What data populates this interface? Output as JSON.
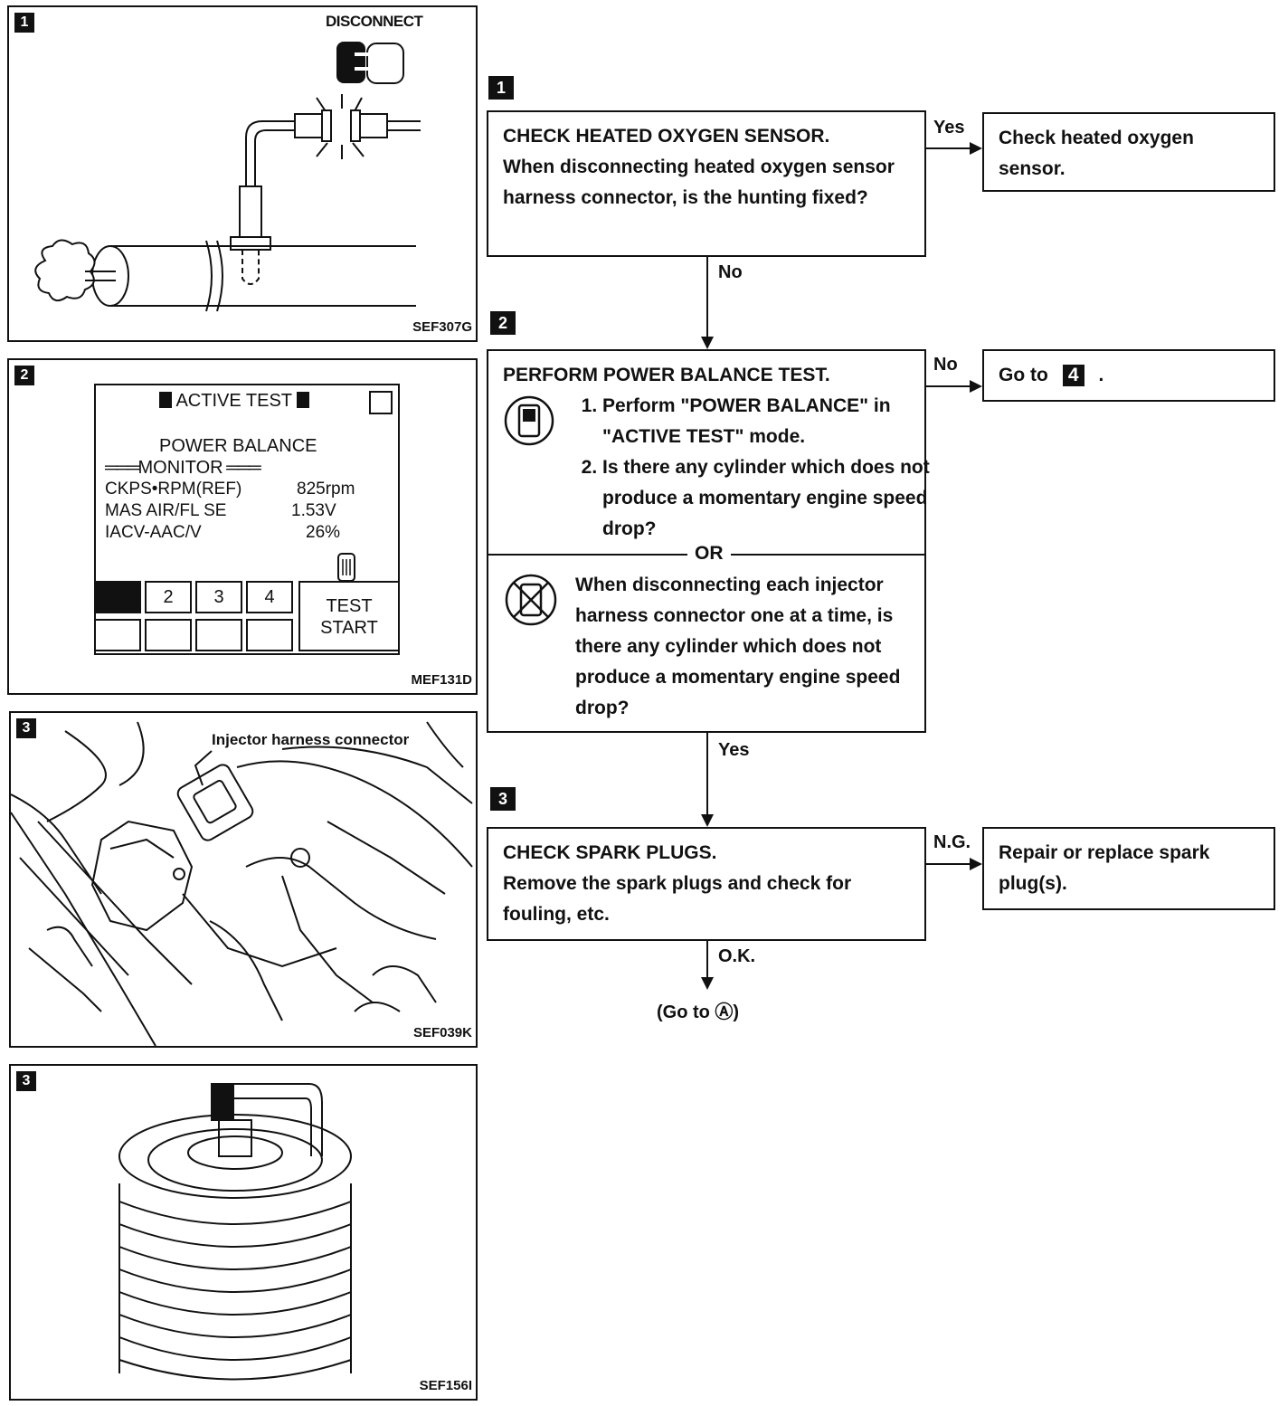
{
  "panels": [
    {
      "num": "1",
      "code": "SEF307G",
      "disconnect_label": "DISCONNECT"
    },
    {
      "num": "2",
      "code": "MEF131D"
    },
    {
      "num": "3",
      "code": "SEF039K",
      "callout": "Injector harness connector"
    },
    {
      "num": "3",
      "code": "SEF156I"
    }
  ],
  "consult": {
    "header": "ACTIVE TEST",
    "title": "POWER BALANCE",
    "monitor": "MONITOR",
    "rows": [
      {
        "name": "CKPS•RPM(REF)",
        "value": "825rpm"
      },
      {
        "name": "MAS AIR/FL SE",
        "value": "1.53V"
      },
      {
        "name": "IACV-AAC/V",
        "value": "26%"
      }
    ],
    "keys": [
      "2",
      "3",
      "4"
    ],
    "test_start": [
      "TEST",
      "START"
    ]
  },
  "flow": {
    "step1": {
      "num": "1",
      "title": "CHECK HEATED OXYGEN SENSOR.",
      "body": "When disconnecting heated oxygen sensor harness connector, is the hunting fixed?",
      "yes_label": "Yes",
      "yes_result": "Check heated oxygen sensor.",
      "no_label": "No"
    },
    "step2": {
      "num": "2",
      "title": "PERFORM POWER BALANCE TEST.",
      "items": [
        "Perform \"POWER BALANCE\" in \"ACTIVE TEST\" mode.",
        "Is there any cylinder which does not produce a momentary engine speed drop?"
      ],
      "or_label": "OR",
      "alt_text": "When disconnecting each injector harness connector one at a time, is there any cylinder which does not produce a momentary engine speed drop?",
      "no_label": "No",
      "no_result_prefix": "Go to",
      "no_result_ref": "4",
      "no_result_suffix": ".",
      "yes_label": "Yes"
    },
    "step3": {
      "num": "3",
      "title": "CHECK SPARK PLUGS.",
      "body": "Remove the spark plugs and check for fouling, etc.",
      "ng_label": "N.G.",
      "ng_result": "Repair or replace spark plug(s).",
      "ok_label": "O.K.",
      "goto": "(Go to Ⓐ)"
    }
  }
}
